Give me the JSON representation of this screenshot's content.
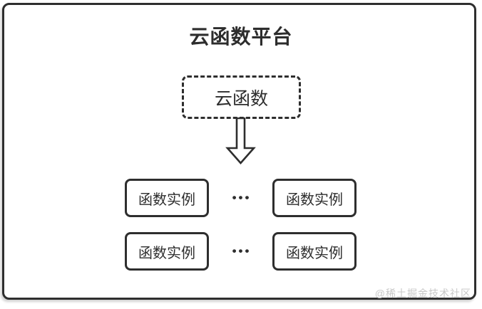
{
  "diagram": {
    "title": "云函数平台",
    "root_node": {
      "label": "云函数"
    },
    "instances": [
      {
        "label": "函数实例"
      },
      {
        "label": "函数实例"
      },
      {
        "label": "函数实例"
      },
      {
        "label": "函数实例"
      }
    ],
    "ellipsis": "•••",
    "watermark": "@稀土掘金技术社区",
    "colors": {
      "border": "#2e2e2e",
      "text": "#2d2d2d",
      "watermark": "#c8c8c8",
      "background": "#ffffff"
    }
  }
}
